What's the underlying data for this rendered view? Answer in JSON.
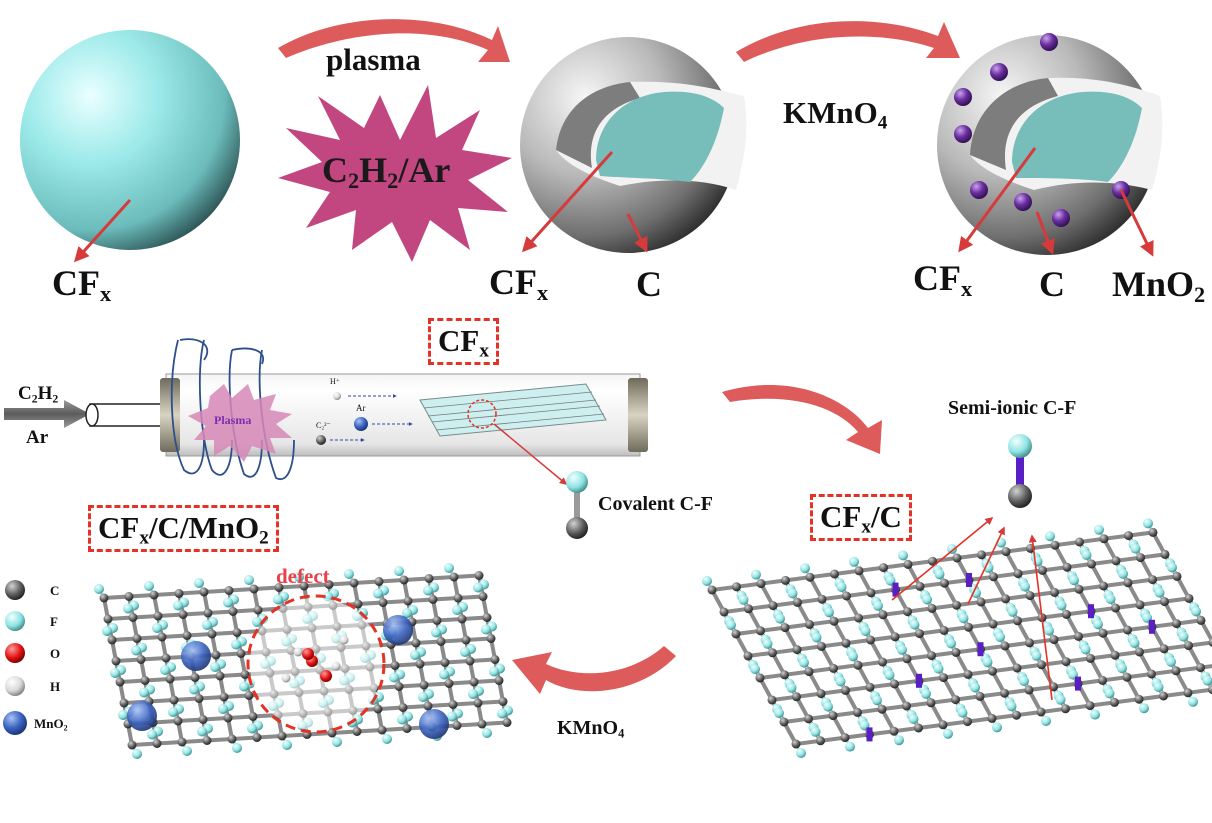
{
  "step_labels": {
    "plasma": "plasma",
    "kmno4_top": "KMnO",
    "kmno4_top_sub": "4",
    "kmno4_bottom": "KMnO",
    "kmno4_bottom_sub": "4"
  },
  "precursor": {
    "main": "C",
    "sub": "2",
    "mid": "H",
    "sub2": "2",
    "tail": "/Ar"
  },
  "spheres": {
    "cfx": {
      "label": "CF",
      "sub": "x"
    },
    "core_shell": {
      "cfx": "CF",
      "cfx_sub": "x",
      "c": "C"
    },
    "mno2_shell": {
      "cfx": "CF",
      "cfx_sub": "x",
      "c": "C",
      "mno2": "MnO",
      "mno2_sub": "2"
    }
  },
  "reactor": {
    "gas_top": "C",
    "gas_top_sub": "2",
    "gas_top_mid": "H",
    "gas_top_sub2": "2",
    "gas_bottom": "Ar",
    "plasma": "Plasma",
    "species_h": "H⁺",
    "species_ar": "Ar",
    "species_c": "C₂²⁻"
  },
  "boxes": {
    "cfx": {
      "label": "CF",
      "sub": "x"
    },
    "cfx_c": {
      "label": "CF",
      "sub": "x",
      "tail": "/C"
    },
    "cfx_c_mno2": {
      "label": "CF",
      "sub": "x",
      "mid": "/C/MnO",
      "sub2": "2"
    }
  },
  "bond_labels": {
    "covalent": "Covalent C-F",
    "semi_ionic": "Semi-ionic C-F"
  },
  "defect": "defect",
  "legend": [
    {
      "symbol": "C",
      "color": "#555555"
    },
    {
      "symbol": "F",
      "color": "#8fe3e3"
    },
    {
      "symbol": "O",
      "color": "#e11010"
    },
    {
      "symbol": "H",
      "color": "#d8d8d8"
    },
    {
      "symbol": "MnO",
      "sub": "2",
      "color": "#2f57b8"
    }
  ],
  "colors": {
    "arrow": "#dd5b5b",
    "pointer": "#d63a3a",
    "star": "#c2467f",
    "cfx_sphere": "#8ee0e0",
    "shell": "#9a9a9a",
    "mno2": "#6a2ea0",
    "dashed_box": "#e53227"
  }
}
